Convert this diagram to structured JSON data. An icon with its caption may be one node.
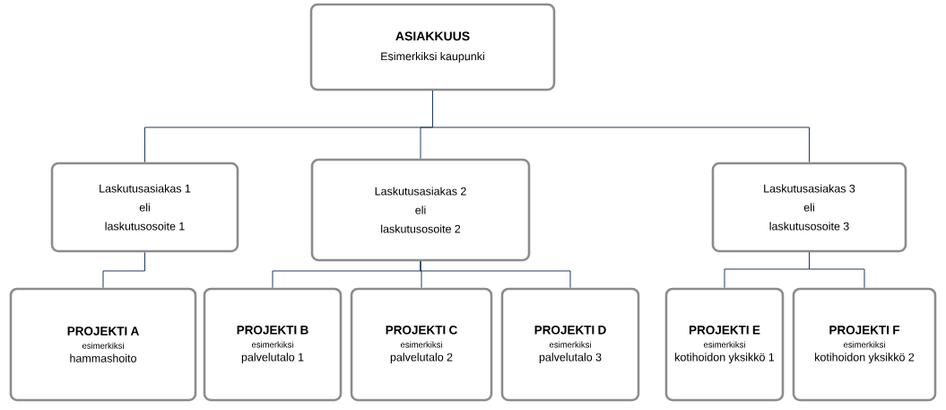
{
  "diagram": {
    "nodes": [
      {
        "text": [
          "ASIAKKUUS",
          "Esimerkiksi kaupunki"
        ]
      },
      {
        "text": [
          "Laskutusasiakas 1",
          "eli",
          "laskutusosoite 1"
        ]
      },
      {
        "text": [
          "Laskutusasiakas 2",
          "eli",
          "laskutusosoite 2"
        ]
      },
      {
        "text": [
          "Laskutusasiakas 3",
          "eli",
          "laskutusosoite 3"
        ]
      },
      {
        "text": [
          "PROJEKTI A",
          "esimerkiksi",
          "hammashoito"
        ]
      },
      {
        "text": [
          "PROJEKTI  B",
          "esimerkiksi",
          "palvelutalo 1"
        ]
      },
      {
        "text": [
          "PROJEKTI C",
          "esimerkiksi",
          "palvelutalo 2"
        ]
      },
      {
        "text": [
          "PROJEKTI D",
          "esimerkiksi",
          "palvelutalo 3"
        ]
      },
      {
        "text": [
          "PROJEKTI E",
          "esimerkiksi",
          "kotihoidon yksikkö 1"
        ]
      },
      {
        "text": [
          "PROJEKTI F",
          "esimerkiksi",
          "kotihoidon yksikkö 2"
        ]
      }
    ],
    "edges": [
      {
        "from": 0,
        "to": 1,
        "arrow": "none"
      },
      {
        "from": 0,
        "to": 2,
        "arrow": "none"
      },
      {
        "from": 0,
        "to": 3,
        "arrow": "none"
      },
      {
        "from": 1,
        "to": 4,
        "arrow": "none"
      },
      {
        "from": 2,
        "to": 5,
        "arrow": "none"
      },
      {
        "from": 2,
        "to": 6,
        "arrow": "none"
      },
      {
        "from": 2,
        "to": 7,
        "arrow": "none"
      },
      {
        "from": 3,
        "to": 8,
        "arrow": "none"
      },
      {
        "from": 3,
        "to": 9,
        "arrow": "none"
      }
    ]
  }
}
